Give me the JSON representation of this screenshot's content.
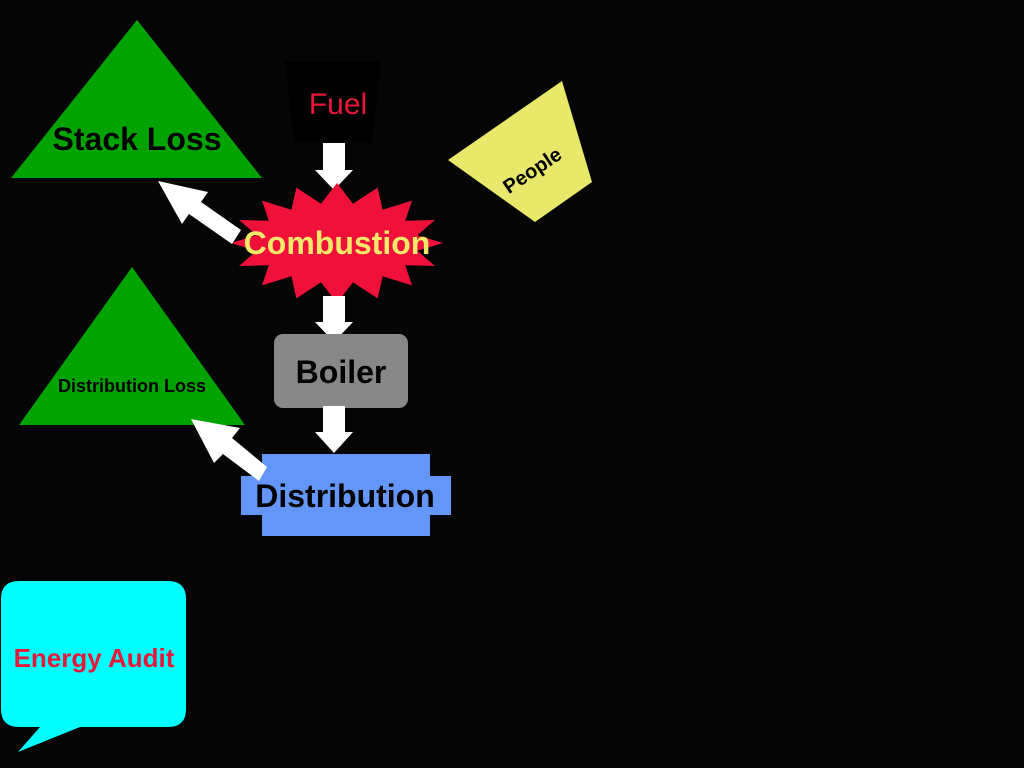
{
  "slide": {
    "background_color": "#050505"
  },
  "diagram": {
    "nodes": {
      "fuel": {
        "label": "Fuel",
        "fill": "#000000",
        "text_color": "#E8173A"
      },
      "combustion": {
        "label": "Combustion",
        "fill": "#F0113A",
        "text_color": "#F2E86A"
      },
      "boiler": {
        "label": "Boiler",
        "fill": "#888888",
        "text_color": "#000000"
      },
      "distribution": {
        "label": "Distribution",
        "fill": "#6495F8",
        "text_color": "#000000"
      },
      "stack_loss": {
        "label": "Stack Loss",
        "fill": "#01A301",
        "text_color": "#000000"
      },
      "distribution_loss": {
        "label": "Distribution Loss",
        "fill": "#01A301",
        "text_color": "#000000"
      },
      "people": {
        "label": "People",
        "fill": "#E8E86A",
        "text_color": "#000000"
      },
      "energy_audit": {
        "label": "Energy Audit",
        "fill": "#00FFFF",
        "text_color": "#E8173A"
      }
    },
    "edges": [
      {
        "from": "fuel",
        "to": "combustion"
      },
      {
        "from": "combustion",
        "to": "boiler"
      },
      {
        "from": "boiler",
        "to": "distribution"
      },
      {
        "from": "combustion",
        "to": "stack_loss"
      },
      {
        "from": "distribution",
        "to": "distribution_loss"
      }
    ],
    "arrow_color": "#FFFFFF"
  }
}
